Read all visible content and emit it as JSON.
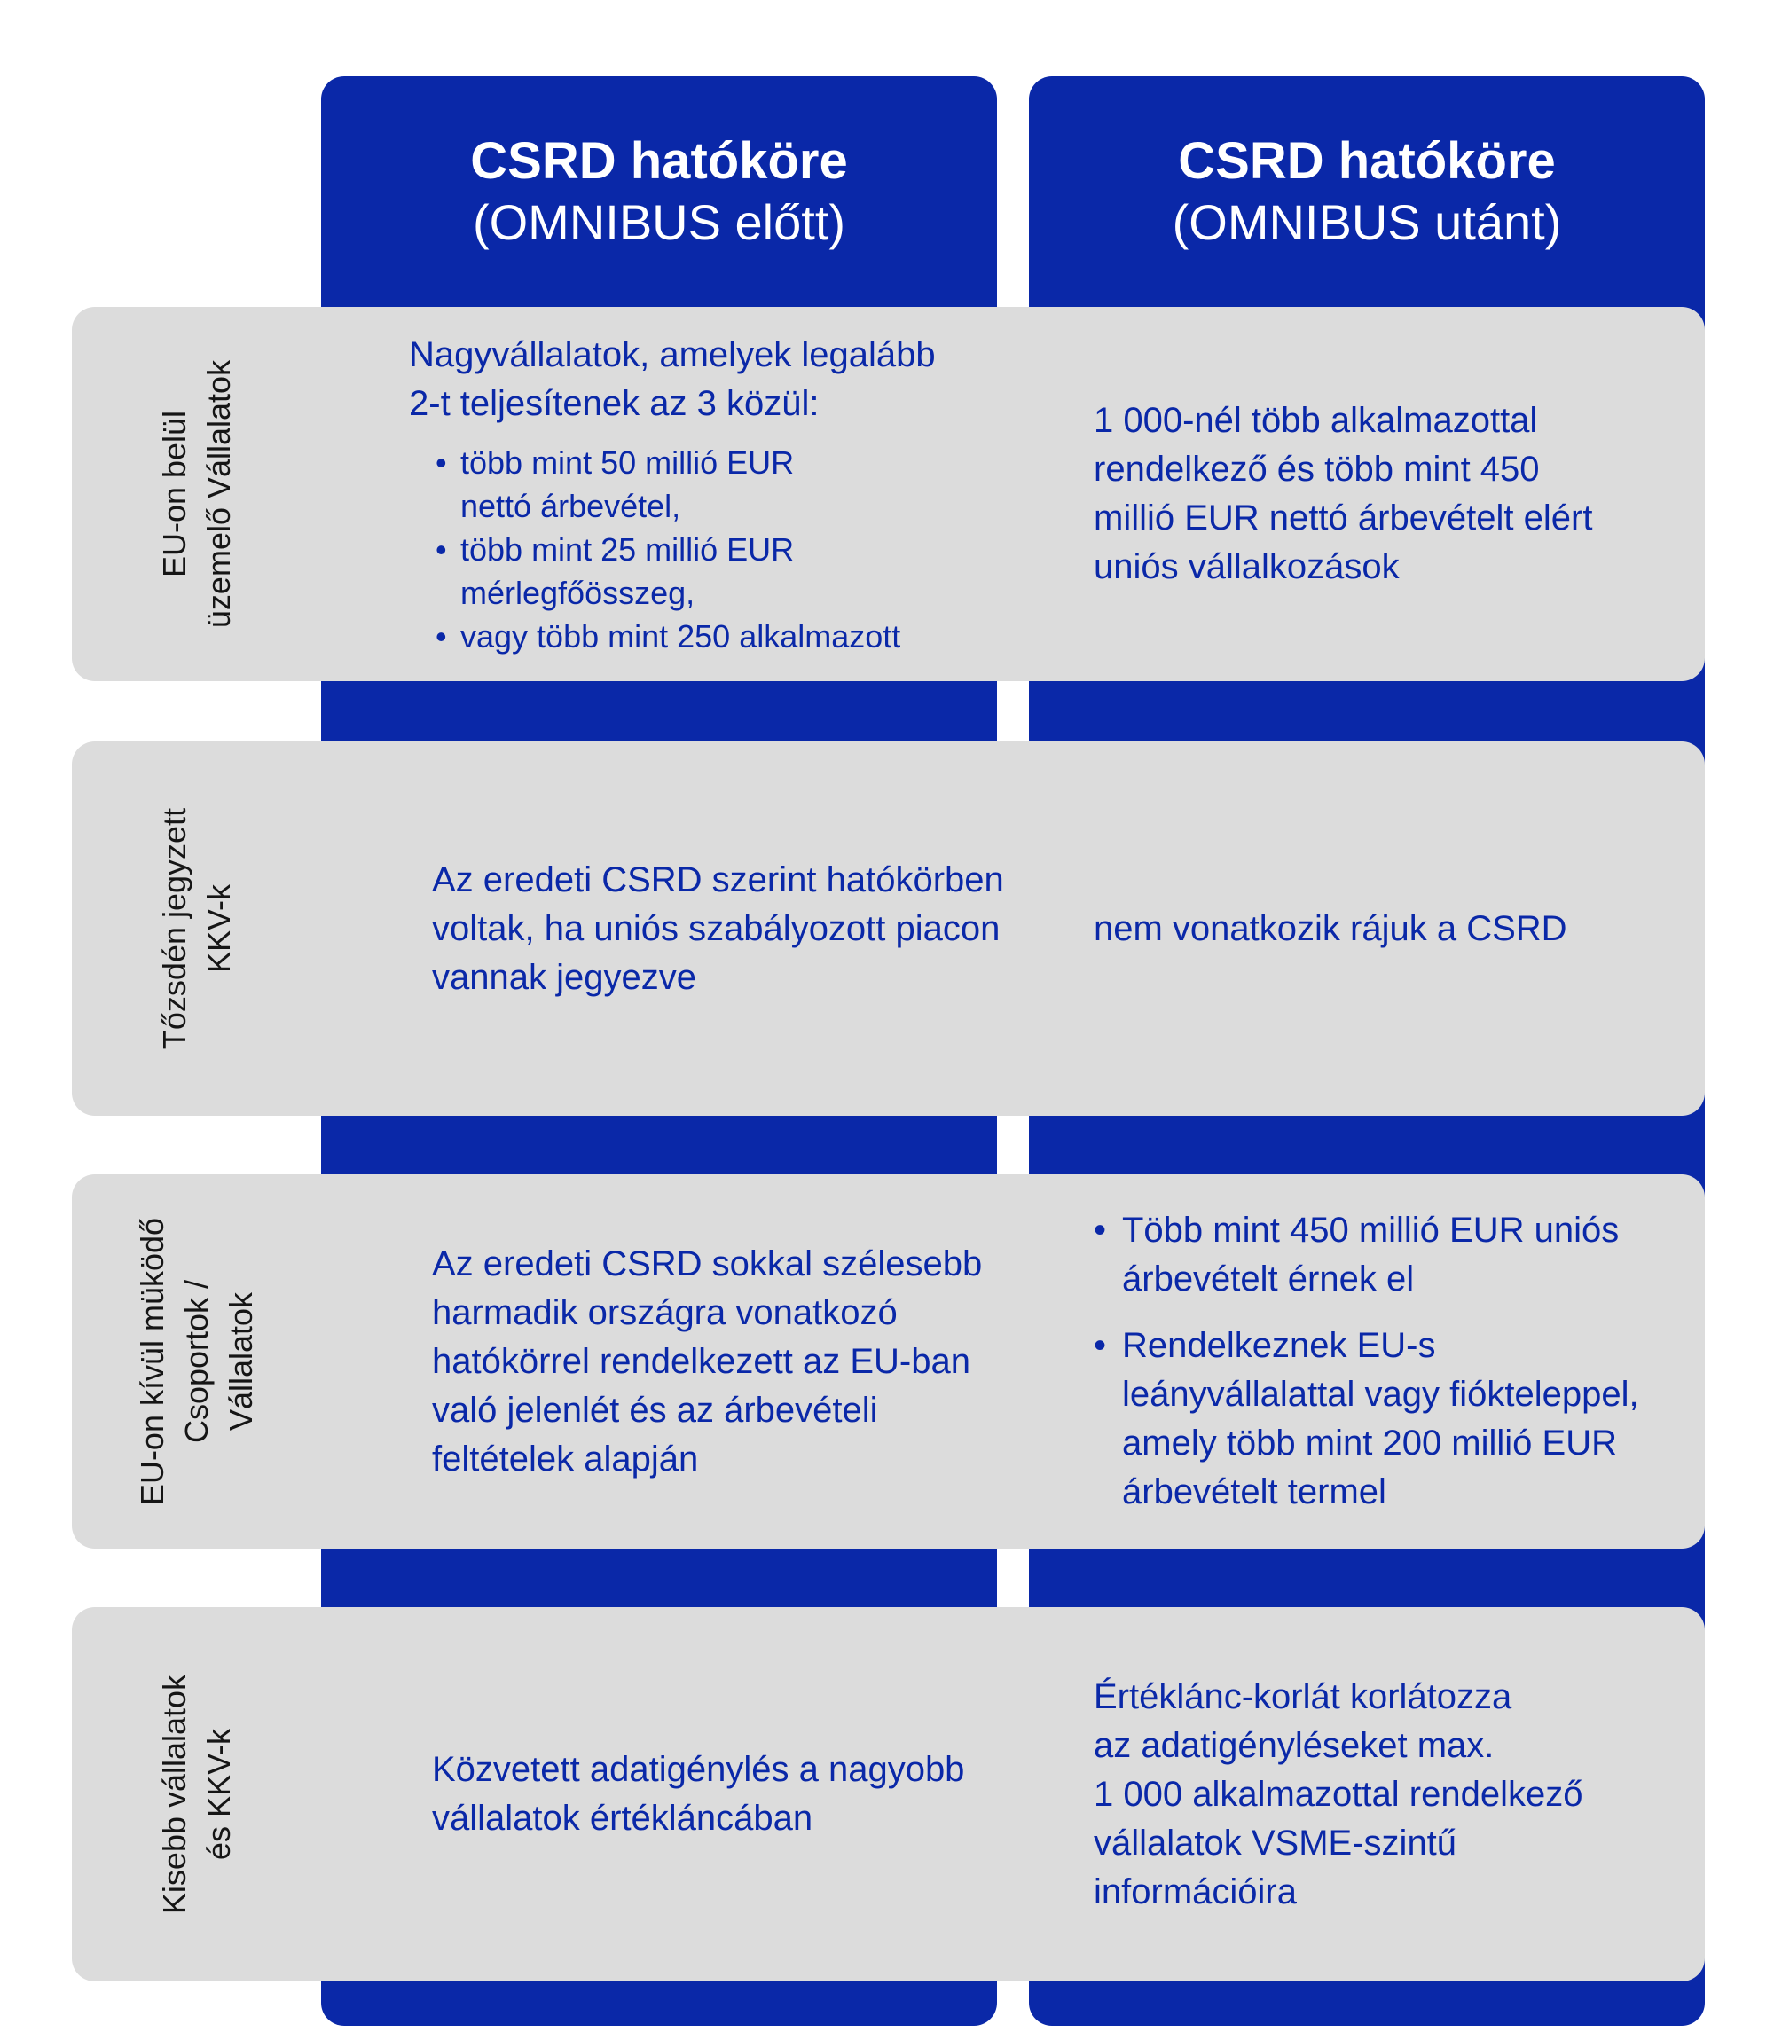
{
  "columns": [
    {
      "title": "CSRD hatóköre",
      "subtitle": "(OMNIBUS előtt)"
    },
    {
      "title": "CSRD hatóköre",
      "subtitle": "(OMNIBUS utánt)"
    }
  ],
  "rows": [
    {
      "label": [
        "EU-on belül",
        "üzemelő Vállalatok"
      ],
      "before": {
        "lead": [
          "Nagyvállalatok, amelyek legalább",
          "2-t teljesítenek az 3 közül:"
        ],
        "items": [
          [
            "több mint 50 millió EUR",
            "nettó árbevétel,"
          ],
          [
            "több mint 25 millió EUR",
            "mérlegfőösszeg,"
          ],
          [
            "vagy több mint 250 alkalmazott"
          ]
        ]
      },
      "after": [
        "1 000-nél több alkalmazottal",
        "rendelkező és több mint 450",
        "millió EUR nettó árbevételt elért",
        "uniós vállalkozások"
      ]
    },
    {
      "label": [
        "Tőzsdén jegyzett",
        "KKV-k"
      ],
      "before": [
        "Az eredeti CSRD szerint hatókörben",
        "voltak, ha uniós szabályozott piacon",
        "vannak jegyezve"
      ],
      "after": [
        "nem vonatkozik rájuk a CSRD"
      ]
    },
    {
      "label": [
        "EU-on kívül müködő",
        "Csoportok /",
        "Vállalatok"
      ],
      "before": [
        "Az eredeti CSRD sokkal szélesebb",
        "harmadik országra vonatkozó",
        "hatókörrel rendelkezett az EU-ban",
        "való jelenlét és az árbevételi",
        "feltételek alapján"
      ],
      "after_items": [
        [
          "Több mint 450 millió EUR uniós",
          "árbevételt érnek el"
        ],
        [
          "Rendelkeznek EU-s",
          "leányvállalattal vagy fiókteleppel,",
          "amely több mint 200 millió EUR",
          "árbevételt termel"
        ]
      ]
    },
    {
      "label": [
        "Kisebb vállalatok",
        "és KKV-k"
      ],
      "before": [
        "Közvetett adatigénylés a nagyobb",
        "vállalatok értékláncában"
      ],
      "after": [
        "Értéklánc-korlát korlátozza",
        "az adatigényléseket max.",
        "1 000 alkalmazottal rendelkező",
        "vállalatok VSME-szintű",
        "információira"
      ]
    }
  ],
  "bullet": "•",
  "colors": {
    "accent": "#0a28a8",
    "row_bg": "#dcdcdc",
    "label_text": "#151515"
  }
}
